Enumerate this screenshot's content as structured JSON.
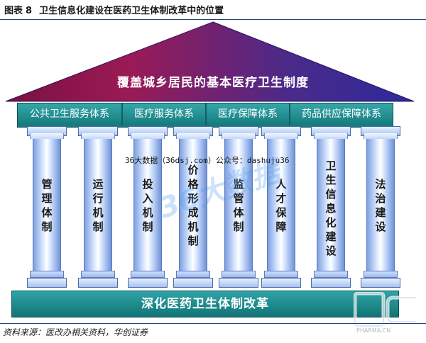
{
  "figure": {
    "label": "图表",
    "number": "8",
    "title": "卫生信息化建设在医药卫生体制改革中的位置"
  },
  "roof": {
    "text": "覆盖城乡居民的基本医疗卫生制度",
    "colors": [
      "#7a1040",
      "#2b2a9a"
    ]
  },
  "systems": [
    "公共卫生服务体系",
    "医疗服务体系",
    "医疗保障体系",
    "药品供应保障体系"
  ],
  "pillars": [
    "管理体制",
    "运行机制",
    "投入机制",
    "价格形成机制",
    "监管体制",
    "人才保障",
    "卫生信息化建设",
    "法治建设"
  ],
  "foundation": "深化医药卫生体制改革",
  "watermark": "36大数据（36dsj.com）公众号：dashuju36",
  "source": "资料来源：医改办相关资料，华创证券",
  "colors": {
    "beam": "#1b7c80",
    "pillar": "#a9c4f2",
    "rule": "#1f3f7f"
  }
}
